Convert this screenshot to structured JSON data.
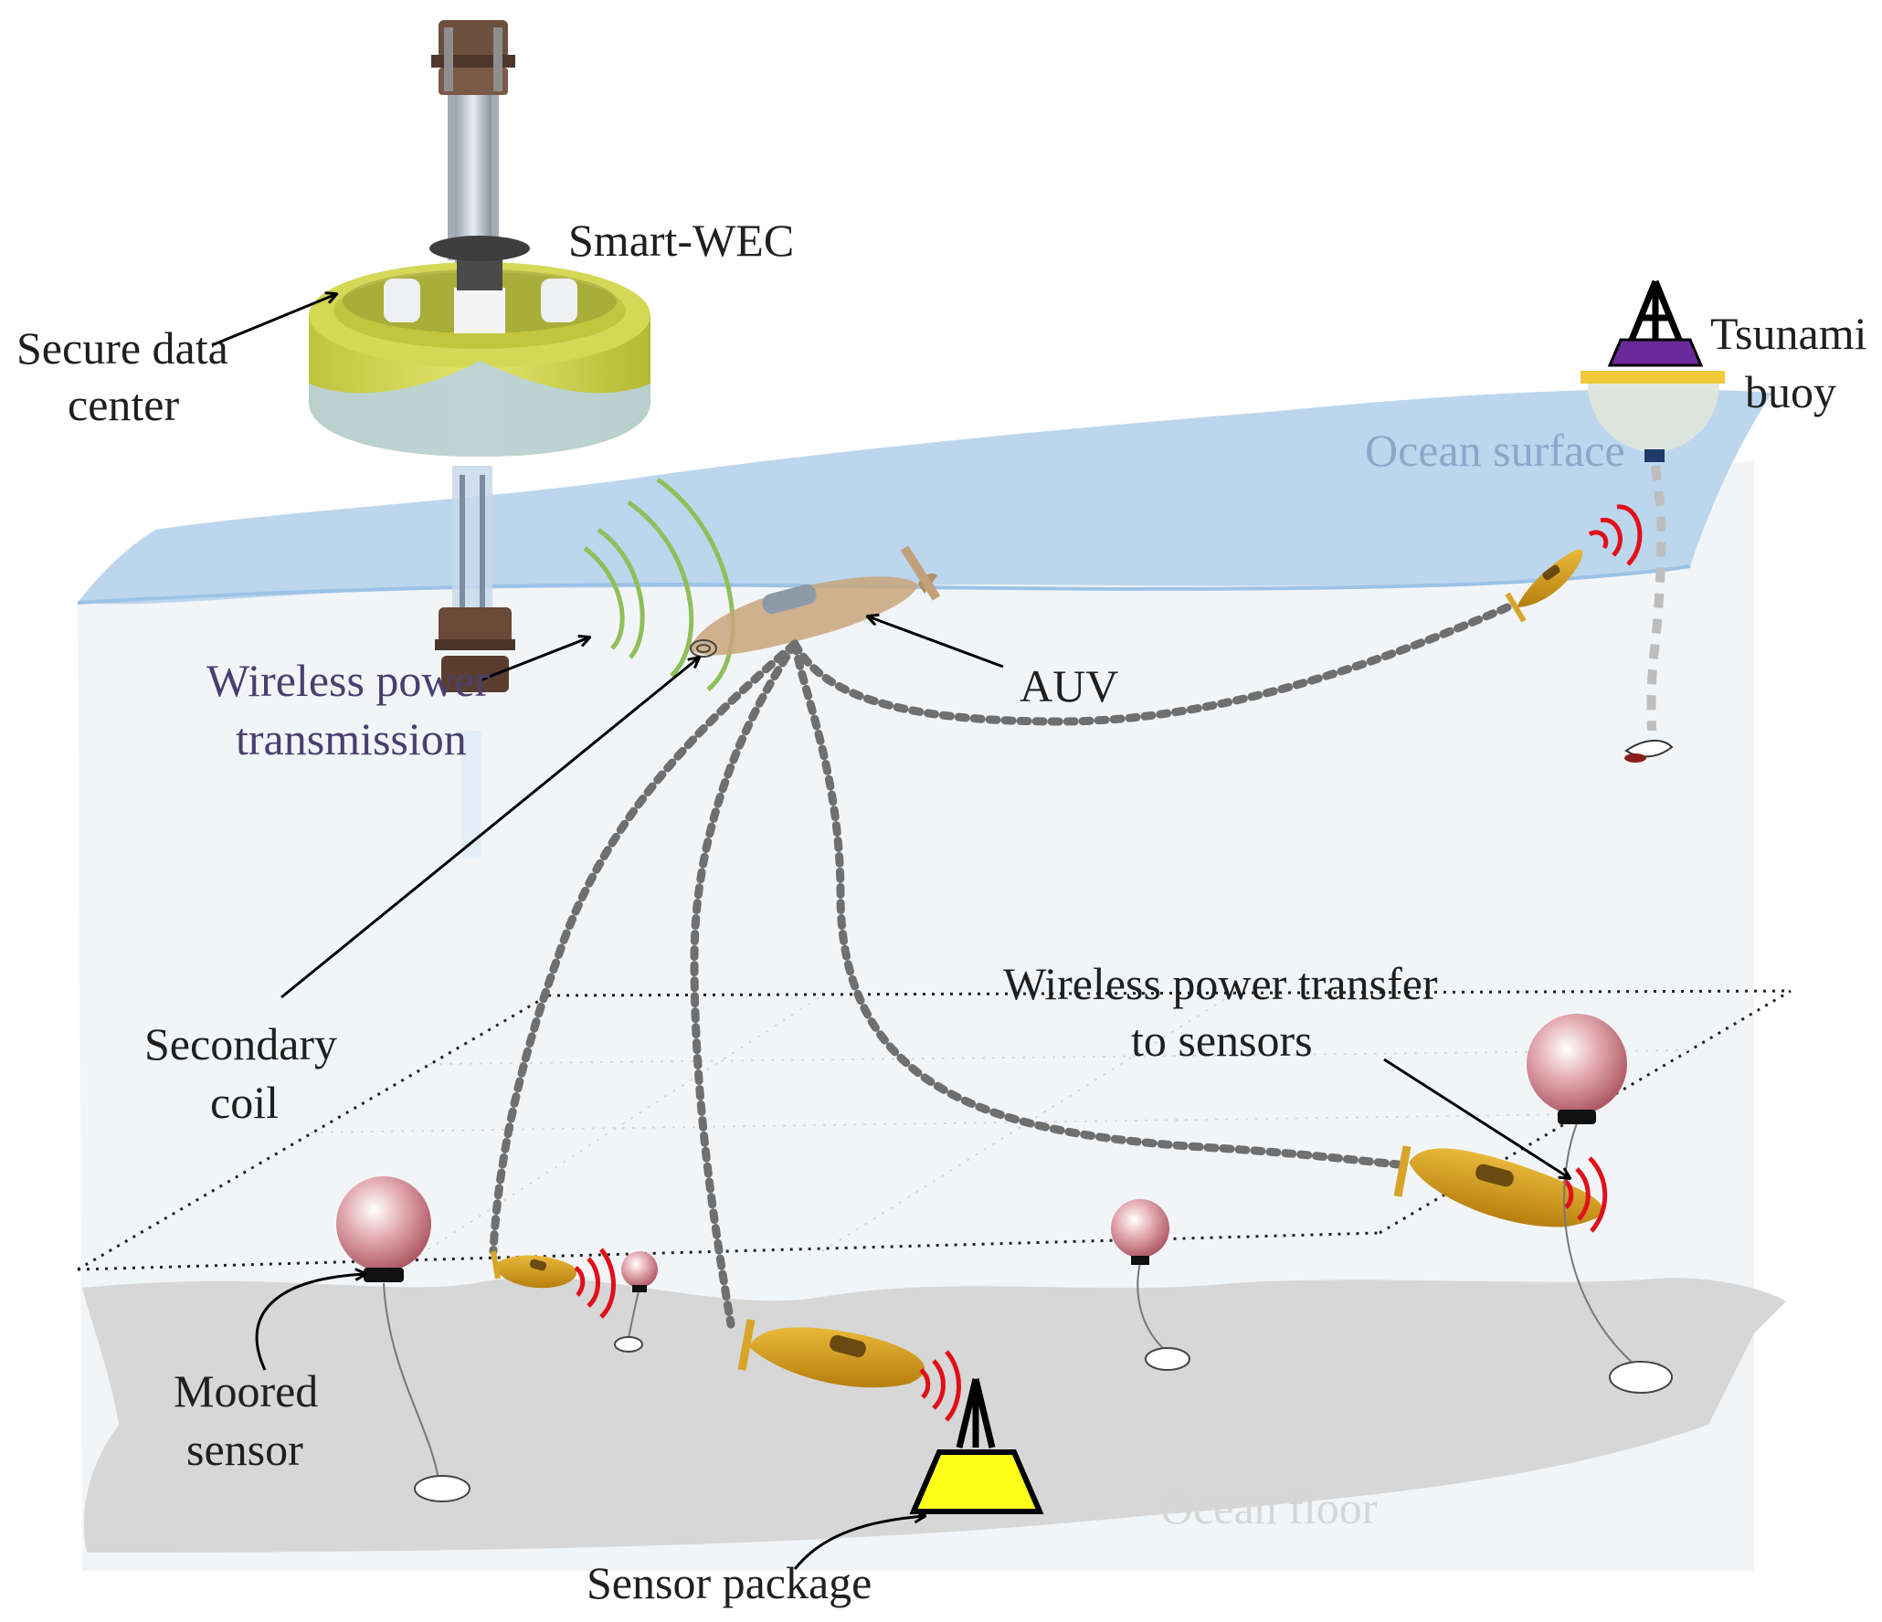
{
  "labels": {
    "smart_wec": "Smart-WEC",
    "secure_line1": "Secure data",
    "secure_line2": "center",
    "tsunami_line1": "Tsunami",
    "tsunami_line2": "buoy",
    "ocean_surface": "Ocean surface",
    "wpt_line1": "Wireless power",
    "wpt_line2": "transmission",
    "auv": "AUV",
    "secondary_line1": "Secondary",
    "secondary_line2": "coil",
    "wpts_line1": "Wireless power transfer",
    "wpts_line2": "to  sensors",
    "moored_line1": "Moored",
    "moored_line2": "sensor",
    "sensor_package": "Sensor package",
    "ocean_floor": "Ocean floor"
  },
  "colors": {
    "water": "#bcd6ee",
    "water_edge": "#9cc2e6",
    "sea_body": "#f1f4f7",
    "floor": "#d7d7d7",
    "wec_body": "#c9cd49",
    "auv_body": "#d9a21b",
    "sensor_sphere": "#d58a93",
    "signal_red": "#e0101a",
    "signal_green": "#8fbf5a",
    "buoy_purple": "#6a2a9a",
    "package_yellow": "#ffff1a",
    "path_gray": "#6f6f6f"
  }
}
